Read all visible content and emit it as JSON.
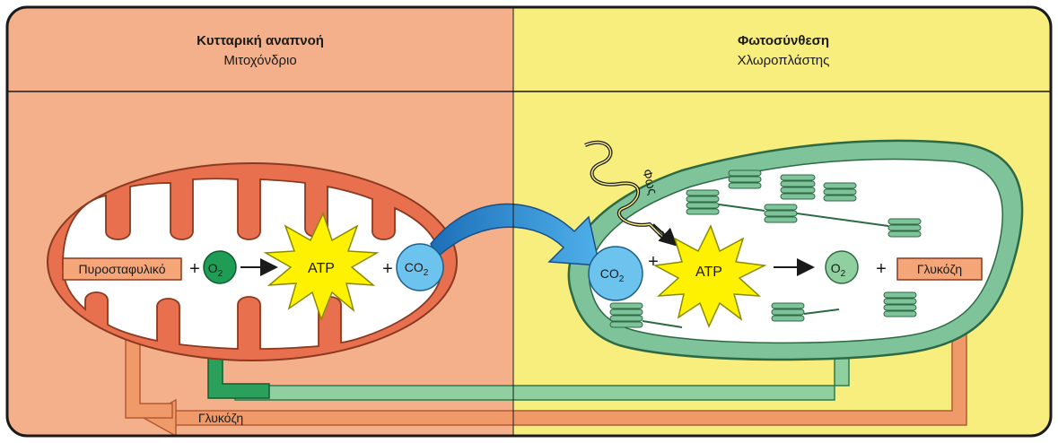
{
  "headers": {
    "left": {
      "title": "Κυτταρική αναπνοή",
      "subtitle": "Μιτοχόνδριο"
    },
    "right": {
      "title": "Φωτοσύνθεση",
      "subtitle": "Χλωροπλάστης"
    }
  },
  "mitochondrion": {
    "reactant_label": "Πυροσταφυλικό",
    "plus": "+",
    "o2": {
      "main": "O",
      "sub": "2"
    },
    "atp": "ATP",
    "co2": {
      "main": "CO",
      "sub": "2"
    }
  },
  "chloroplast": {
    "light_label": "Φως",
    "co2": {
      "main": "CO",
      "sub": "2"
    },
    "plus": "+",
    "atp": "ATP",
    "o2": {
      "main": "O",
      "sub": "2"
    },
    "product_label": "Γλυκόζη"
  },
  "bottom_arrow_label": "Γλυκόζη",
  "colors": {
    "left_panel": "#f4b08a",
    "right_panel": "#f7ee7e",
    "mitochondrion": "#e8704f",
    "chloroplast": "#7fc39a",
    "co2_bubble": "#6cc4ee",
    "o2_bubble": "#1f9c55",
    "atp_star": "#fff200",
    "label_box": "#f4a678",
    "arrow_orange": "#f09a6a",
    "arrow_green": "#2aa05a",
    "arrow_blue": "#2f8fd6"
  }
}
